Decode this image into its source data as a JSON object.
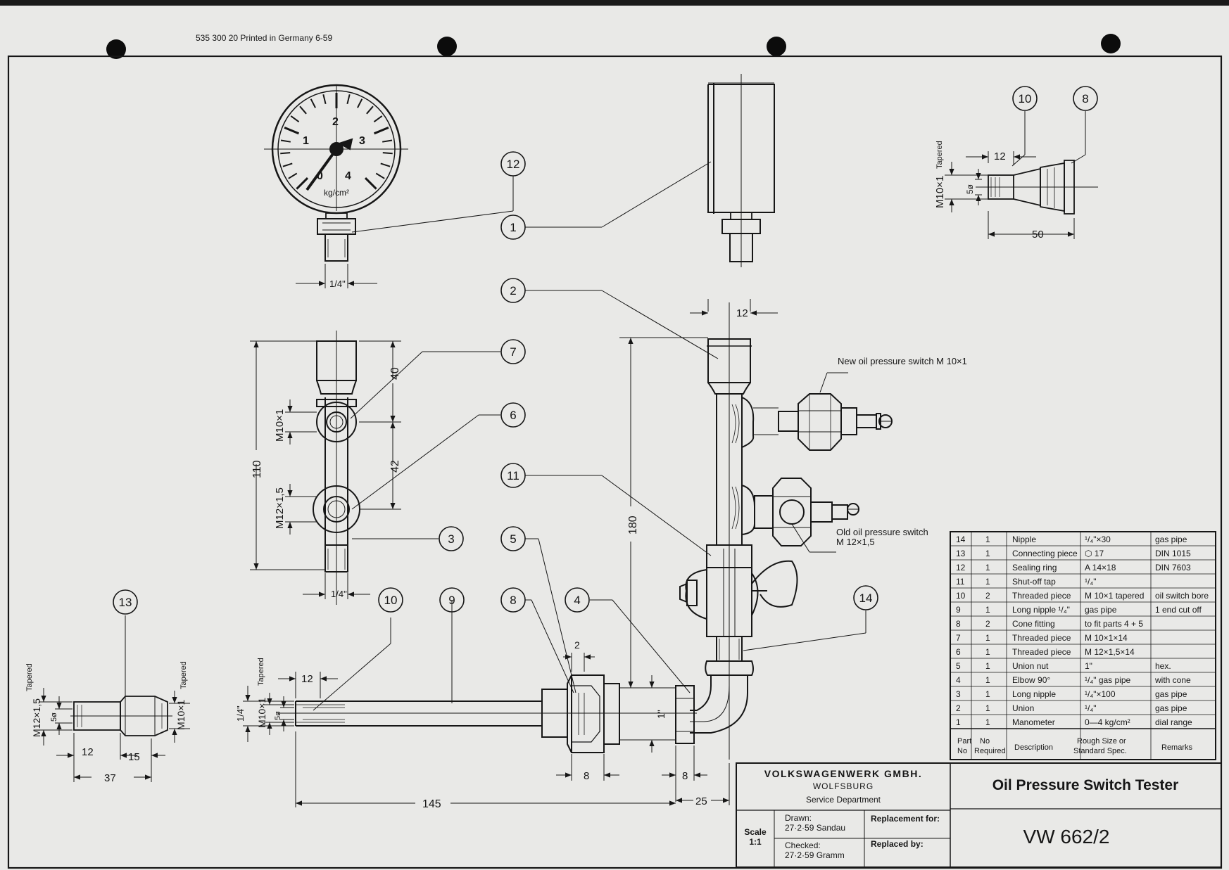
{
  "header": {
    "print_code": "535 300 20   Printed in Germany   6-59"
  },
  "callouts": [
    "1",
    "2",
    "3",
    "4",
    "5",
    "6",
    "7",
    "8",
    "9",
    "10",
    "11",
    "12",
    "13",
    "14"
  ],
  "gauge": {
    "numbers": [
      "0",
      "1",
      "2",
      "3",
      "4"
    ],
    "unit": "kg/cm²"
  },
  "dimensions": {
    "gauge_thread": "1/4\"",
    "nipple_12": "12",
    "nipple_50": "50",
    "nipple_5": "5ø",
    "nipple_thread": "M10×1",
    "tapered": "Tapered",
    "tee_40": "40",
    "tee_42": "42",
    "tee_110": "110",
    "tee_m10": "M10×1",
    "tee_m12": "M12×1,5",
    "tee_bottom": "1/4\"",
    "top_12": "12",
    "h_180": "180",
    "pipe_12": "12",
    "pipe_145": "145",
    "pipe_14": "1/4\"",
    "pipe_m10": "M10×1",
    "pipe_5": "5ø",
    "nut_2": "2",
    "nut_8": "8",
    "elbow_8": "8",
    "elbow_25": "25",
    "elbow_1": "1\"",
    "sp_12": "12",
    "sp_15": "15",
    "sp_37": "37",
    "sp_m12": "M12×1,5",
    "sp_m10": "M10×1",
    "sp_5": "5ø"
  },
  "labels": {
    "new_switch": "New oil pressure switch  M 10×1",
    "old_switch_1": "Old oil pressure switch",
    "old_switch_2": "M 12×1,5"
  },
  "parts_list": {
    "rows": [
      {
        "part": "14",
        "qty": "1",
        "desc": "Nipple",
        "size": "¹/₄\"×30",
        "remarks": "gas pipe"
      },
      {
        "part": "13",
        "qty": "1",
        "desc": "Connecting piece",
        "size": "⬡ 17",
        "remarks": "DIN 1015"
      },
      {
        "part": "12",
        "qty": "1",
        "desc": "Sealing ring",
        "size": "A 14×18",
        "remarks": "DIN 7603"
      },
      {
        "part": "11",
        "qty": "1",
        "desc": "Shut-off tap",
        "size": "¹/₄\"",
        "remarks": ""
      },
      {
        "part": "10",
        "qty": "2",
        "desc": "Threaded piece",
        "size": "M 10×1 tapered",
        "remarks": "oil switch bore"
      },
      {
        "part": "9",
        "qty": "1",
        "desc": "Long nipple ¹/₄\"",
        "size": "gas pipe",
        "remarks": "1 end cut off"
      },
      {
        "part": "8",
        "qty": "2",
        "desc": "Cone fitting",
        "size": "to fit parts 4 + 5",
        "remarks": ""
      },
      {
        "part": "7",
        "qty": "1",
        "desc": "Threaded piece",
        "size": "M 10×1×14",
        "remarks": ""
      },
      {
        "part": "6",
        "qty": "1",
        "desc": "Threaded piece",
        "size": "M 12×1,5×14",
        "remarks": ""
      },
      {
        "part": "5",
        "qty": "1",
        "desc": "Union nut",
        "size": "1\"",
        "remarks": "hex."
      },
      {
        "part": "4",
        "qty": "1",
        "desc": "Elbow 90°",
        "size": "¹/₄\" gas pipe",
        "remarks": "with cone"
      },
      {
        "part": "3",
        "qty": "1",
        "desc": "Long nipple",
        "size": "¹/₄\"×100",
        "remarks": "gas pipe"
      },
      {
        "part": "2",
        "qty": "1",
        "desc": "Union",
        "size": "¹/₄\"",
        "remarks": "gas pipe"
      },
      {
        "part": "1",
        "qty": "1",
        "desc": "Manometer",
        "size": "0—4 kg/cm²",
        "remarks": "dial range"
      }
    ],
    "header": {
      "part_1": "Part",
      "part_2": "No",
      "no_1": "No",
      "no_2": "Required",
      "desc": "Description",
      "size_1": "Rough Size or",
      "size_2": "Standard Spec.",
      "remarks": "Remarks"
    }
  },
  "title_block": {
    "company": "VOLKSWAGENWERK GMBH.",
    "city": "WOLFSBURG",
    "department": "Service Department",
    "title": "Oil Pressure Switch Tester",
    "drawing_no": "VW 662/2",
    "scale_label": "Scale",
    "scale_value": "1:1",
    "drawn_label": "Drawn:",
    "drawn_value": "27·2·59 Sandau",
    "checked_label": "Checked:",
    "checked_value": "27·2·59 Gramm",
    "replacement_for": "Replacement for:",
    "replaced_by": "Replaced by:"
  }
}
